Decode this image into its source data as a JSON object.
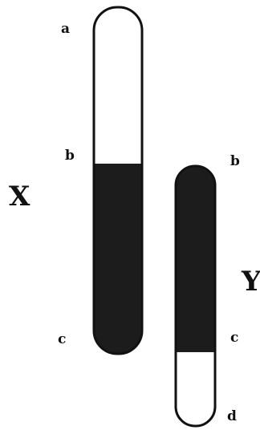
{
  "chromosome_x": {
    "name": "X",
    "labels": {
      "top": "a",
      "boundary": "b",
      "bottom": "c"
    },
    "segments": [
      {
        "from": "a",
        "to": "b",
        "fill": "#ffffff"
      },
      {
        "from": "b",
        "to": "c",
        "fill": "#1c1c1c"
      }
    ]
  },
  "chromosome_y": {
    "name": "Y",
    "labels": {
      "top": "b",
      "boundary": "c",
      "bottom": "d"
    },
    "segments": [
      {
        "from": "b",
        "to": "c",
        "fill": "#1c1c1c"
      },
      {
        "from": "c",
        "to": "d",
        "fill": "#ffffff"
      }
    ]
  },
  "colors": {
    "outline": "#111111",
    "dark": "#1c1c1c",
    "light": "#ffffff"
  }
}
